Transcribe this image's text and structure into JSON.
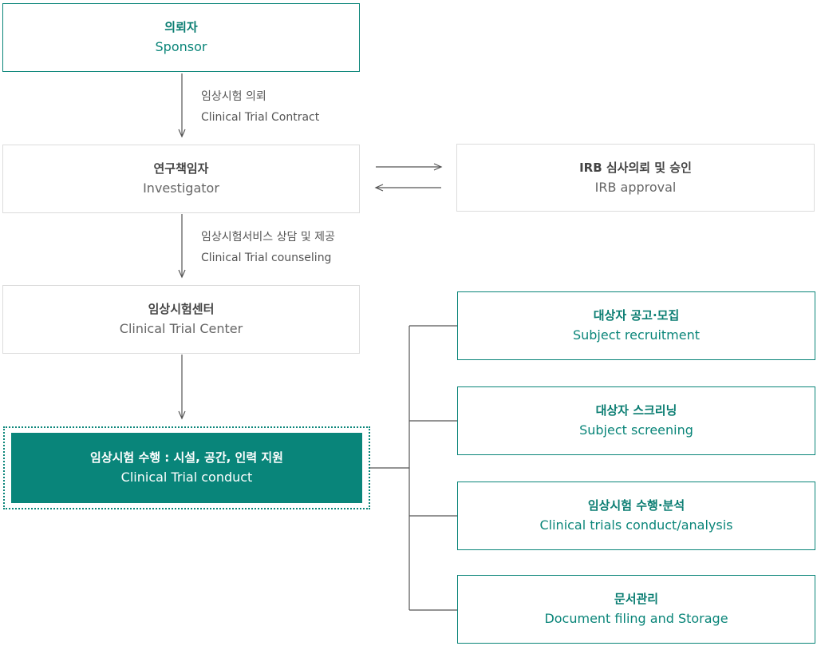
{
  "sponsor": {
    "ko": "의뢰자",
    "en": "Sponsor"
  },
  "contract": {
    "ko": "임상시험 의뢰",
    "en": "Clinical Trial Contract"
  },
  "investigator": {
    "ko": "연구책임자",
    "en": "Investigator"
  },
  "irb": {
    "ko": "IRB 심사의뢰 및 승인",
    "en": "IRB approval"
  },
  "counseling": {
    "ko": "임상시험서비스 상담 및 제공",
    "en": "Clinical Trial counseling"
  },
  "center": {
    "ko": "임상시험센터",
    "en": "Clinical Trial Center"
  },
  "conduct": {
    "ko": "임상시험 수행 : 시설, 공간, 인력 지원",
    "en": "Clinical Trial conduct"
  },
  "services": [
    {
      "ko": "대상자 공고·모집",
      "en": "Subject recruitment"
    },
    {
      "ko": "대상자 스크리닝",
      "en": "Subject screening"
    },
    {
      "ko": "임상시험 수행·분석",
      "en": "Clinical trials conduct/analysis"
    },
    {
      "ko": "문서관리",
      "en": "Document filing and Storage"
    }
  ],
  "colors": {
    "accent": "#09857a",
    "border_gray": "#dcdcdc",
    "line": "#555555"
  }
}
